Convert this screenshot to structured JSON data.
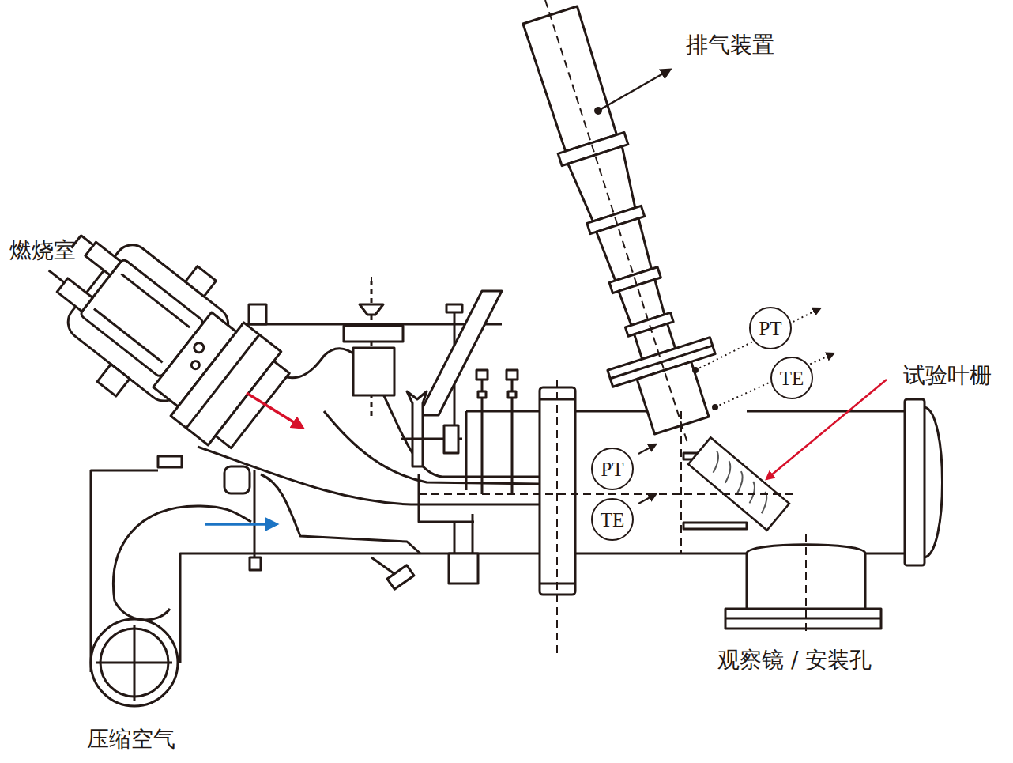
{
  "diagram": {
    "nodes": [
      {
        "text": [
          "PT"
        ]
      },
      {
        "text": [
          "TE"
        ]
      },
      {
        "text": [
          "PT"
        ]
      },
      {
        "text": [
          "TE"
        ]
      }
    ],
    "labels": [
      "排气装置",
      "燃烧室",
      "试验叶栅",
      "压缩空气",
      "观察镜 / 安装孔"
    ]
  }
}
